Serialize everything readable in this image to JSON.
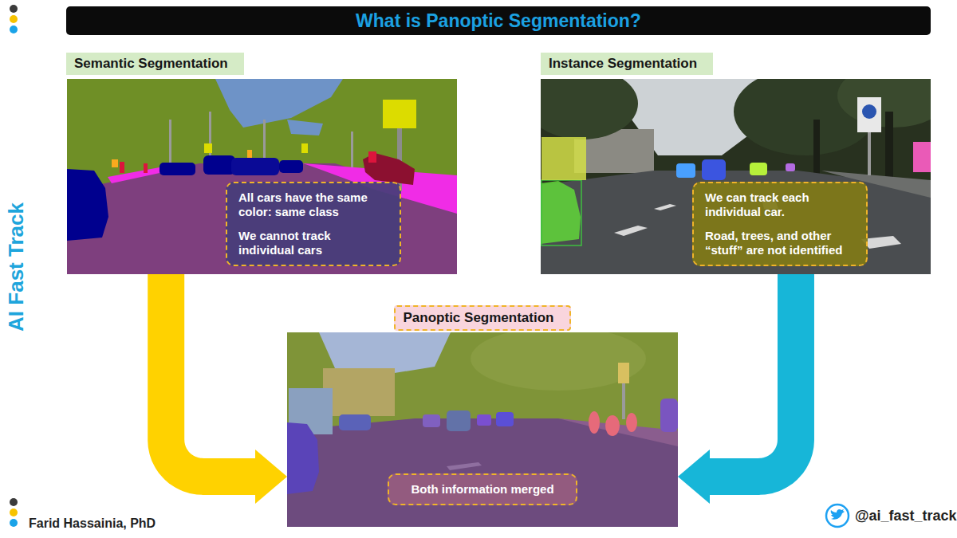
{
  "diagram": {
    "title": "What is Panoptic Segmentation?",
    "nodes": [
      {
        "text": [
          "Semantic Segmentation"
        ]
      },
      {
        "text": [
          "All cars have the same color: same class",
          "We cannot track individual cars"
        ],
        "in": 0
      },
      {
        "text": [
          "Instance Segmentation"
        ]
      },
      {
        "text": [
          "We can track each individual car.",
          "Road, trees, and other “stuff” are not identified"
        ],
        "in": 2
      },
      {
        "text": [
          "Panoptic Segmentation"
        ]
      },
      {
        "text": [
          "Both information merged"
        ],
        "in": 4
      }
    ],
    "edges": [
      {
        "from": 0,
        "to": 4,
        "arrow": "to"
      },
      {
        "from": 2,
        "to": 4,
        "arrow": "to"
      }
    ],
    "labels": [
      "AI Fast Track",
      "Farid Hassainia, PhD",
      "@ai_fast_track"
    ]
  }
}
